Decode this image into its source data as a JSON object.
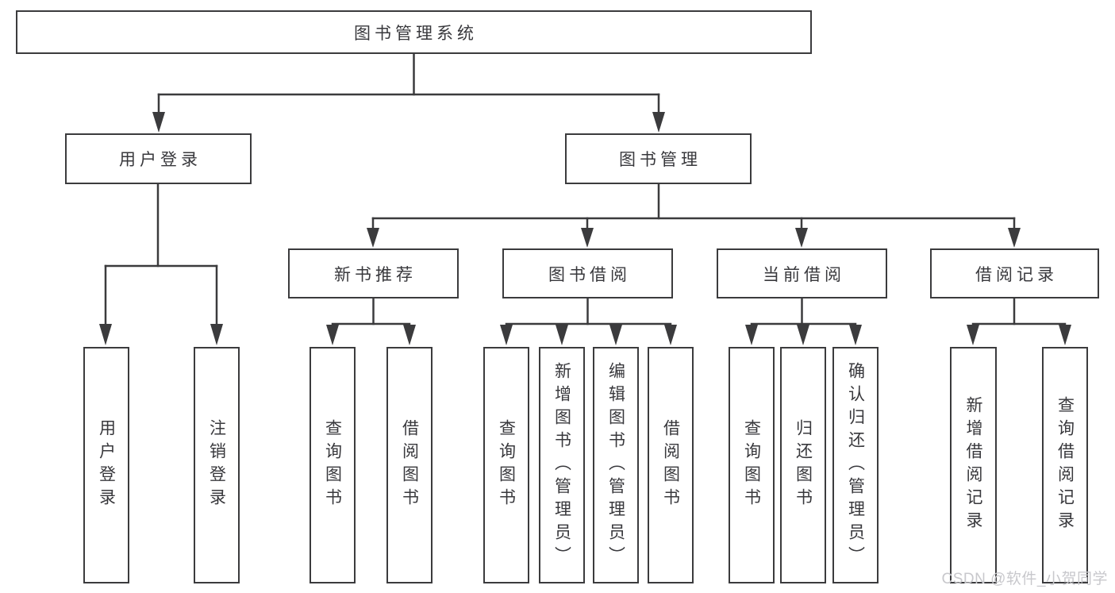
{
  "diagram": {
    "root": {
      "label": "图书管理系统"
    },
    "level2": [
      {
        "label": "用户登录"
      },
      {
        "label": "图书管理"
      }
    ],
    "level3": [
      {
        "label": "新书推荐"
      },
      {
        "label": "图书借阅"
      },
      {
        "label": "当前借阅"
      },
      {
        "label": "借阅记录"
      }
    ],
    "leaves": [
      {
        "label": "用户登录",
        "parent": "用户登录"
      },
      {
        "label": "注销登录",
        "parent": "用户登录"
      },
      {
        "label": "查询图书",
        "parent": "新书推荐"
      },
      {
        "label": "借阅图书",
        "parent": "新书推荐"
      },
      {
        "label": "查询图书",
        "parent": "图书借阅"
      },
      {
        "label": "新增图书（管理员）",
        "parent": "图书借阅"
      },
      {
        "label": "编辑图书（管理员）",
        "parent": "图书借阅"
      },
      {
        "label": "借阅图书",
        "parent": "图书借阅"
      },
      {
        "label": "查询图书",
        "parent": "当前借阅"
      },
      {
        "label": "归还图书",
        "parent": "当前借阅"
      },
      {
        "label": "确认归还（管理员）",
        "parent": "当前借阅"
      },
      {
        "label": "新增借阅记录",
        "parent": "借阅记录"
      },
      {
        "label": "查询借阅记录",
        "parent": "借阅记录"
      }
    ]
  },
  "colors": {
    "line": "#3b3b3d",
    "text": "#38383c",
    "background": "#ffffff",
    "watermark": "#c8c8cc"
  },
  "watermark": {
    "text": "CSDN @软件_小贺同学"
  }
}
